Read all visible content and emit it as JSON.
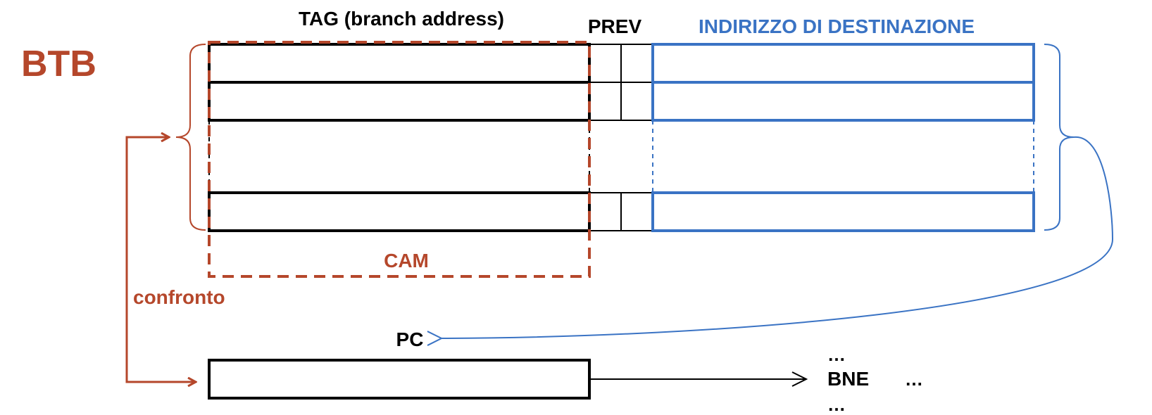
{
  "colors": {
    "rust": "#b5472b",
    "blue": "#3a73c4",
    "black": "#000000"
  },
  "labels": {
    "btb": "BTB",
    "tag": "TAG (branch address)",
    "prev": "PREV",
    "dest": "INDIRIZZO DI DESTINAZIONE",
    "cam": "CAM",
    "confronto": "confronto",
    "pc": "PC",
    "ellipsis_top": "…",
    "bne": "BNE",
    "ellipsis_right": "…",
    "ellipsis_bottom": "…"
  }
}
